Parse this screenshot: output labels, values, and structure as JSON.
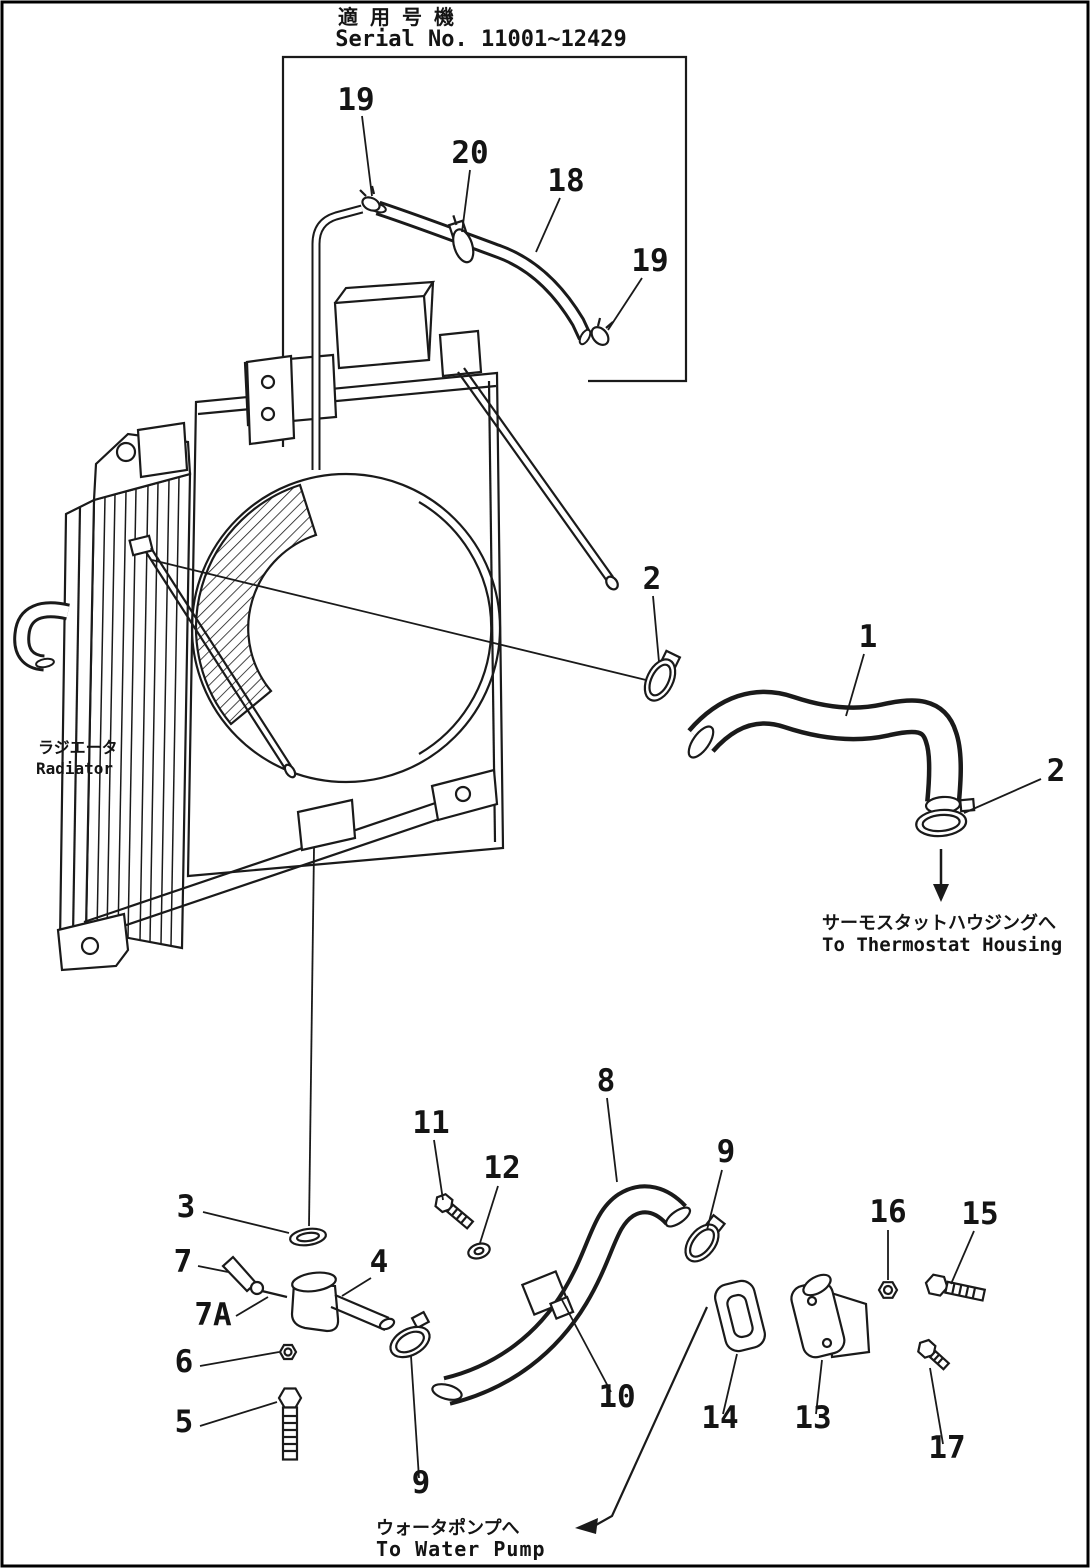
{
  "header": {
    "applicability_label": "適用号機",
    "serial_range": "Serial No. 11001~12429"
  },
  "labels": {
    "radiator_jp": "ラジエータ",
    "radiator_en": "Radiator",
    "to_thermostat_jp": "サーモスタットハウジングへ",
    "to_thermostat_en": "To Thermostat Housing",
    "to_water_pump_jp": "ウォータポンプへ",
    "to_water_pump_en": "To Water Pump"
  },
  "callouts": [
    {
      "part": "19"
    },
    {
      "part": "20"
    },
    {
      "part": "18"
    },
    {
      "part": "19"
    },
    {
      "part": "2"
    },
    {
      "part": "1"
    },
    {
      "part": "2"
    },
    {
      "part": "8"
    },
    {
      "part": "11"
    },
    {
      "part": "9"
    },
    {
      "part": "12"
    },
    {
      "part": "3"
    },
    {
      "part": "16"
    },
    {
      "part": "15"
    },
    {
      "part": "7"
    },
    {
      "part": "4"
    },
    {
      "part": "7A"
    },
    {
      "part": "6"
    },
    {
      "part": "10"
    },
    {
      "part": "14"
    },
    {
      "part": "13"
    },
    {
      "part": "5"
    },
    {
      "part": "17"
    },
    {
      "part": "9"
    }
  ],
  "colors": {
    "ink": "#1a1a1a",
    "paper": "#ffffff"
  }
}
